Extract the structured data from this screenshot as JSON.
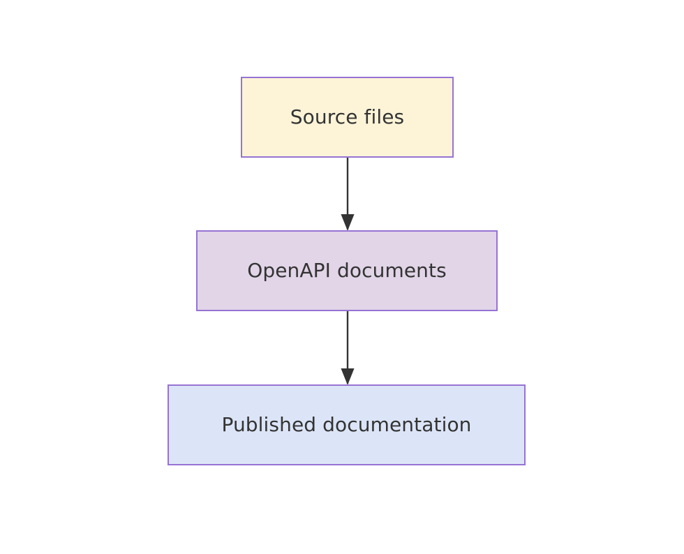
{
  "diagram": {
    "type": "flowchart",
    "direction": "top-to-bottom",
    "background_color": "#ffffff",
    "nodes": [
      {
        "id": "source-files",
        "label": "Source files",
        "fill_color": "#fdf4d8",
        "border_color": "#9673d3",
        "text_color": "#333333"
      },
      {
        "id": "openapi-documents",
        "label": "OpenAPI documents",
        "fill_color": "#e1d5e7",
        "border_color": "#9673d3",
        "text_color": "#333333"
      },
      {
        "id": "published-documentation",
        "label": "Published documentation",
        "fill_color": "#dce5f7",
        "border_color": "#9673d3",
        "text_color": "#333333"
      }
    ],
    "edges": [
      {
        "id": "edge-source-to-openapi",
        "from": "source-files",
        "to": "openapi-documents",
        "label": "",
        "arrowhead": "triangle-filled",
        "color": "#333333"
      },
      {
        "id": "edge-openapi-to-published",
        "from": "openapi-documents",
        "to": "published-documentation",
        "label": "",
        "arrowhead": "triangle-filled",
        "color": "#333333"
      }
    ]
  }
}
